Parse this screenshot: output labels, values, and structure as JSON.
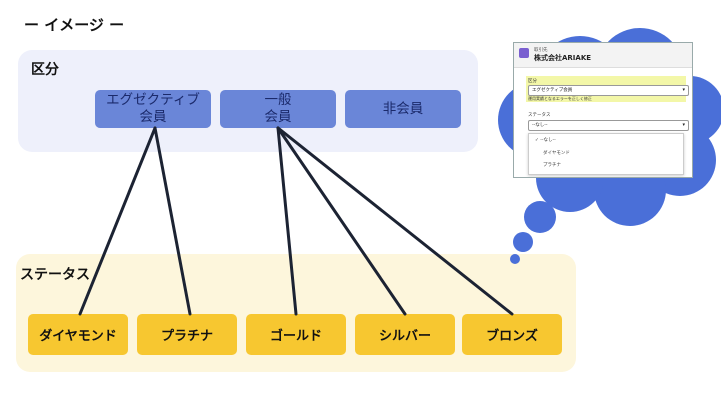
{
  "heading": "ー イメージ ー",
  "category_panel": {
    "label": "区分",
    "items": [
      "エグゼクティブ\n会員",
      "一般\n会員",
      "非会員"
    ]
  },
  "status_panel": {
    "label": "ステータス",
    "items": [
      "ダイヤモンド",
      "プラチナ",
      "ゴールド",
      "シルバー",
      "ブロンズ"
    ]
  },
  "links": [
    {
      "from": 0,
      "to": 0
    },
    {
      "from": 0,
      "to": 1
    },
    {
      "from": 1,
      "to": 2
    },
    {
      "from": 1,
      "to": 3
    },
    {
      "from": 1,
      "to": 4
    }
  ],
  "mini_screen": {
    "subtitle": "取引先",
    "title": "株式会社ARIAKE",
    "field1_label": "区分",
    "field1_value": "エグゼクティブ会員",
    "field1_note": "運用実績となるエラーを正しく修正",
    "field2_label": "ステータス",
    "field2_value": "--なし--",
    "options": [
      "--なし--",
      "ダイヤモンド",
      "プラチナ"
    ]
  },
  "colors": {
    "category_fill": "#6a86d8",
    "status_fill": "#f7c730",
    "cloud": "#4a6fd8",
    "link": "#1c2333"
  }
}
